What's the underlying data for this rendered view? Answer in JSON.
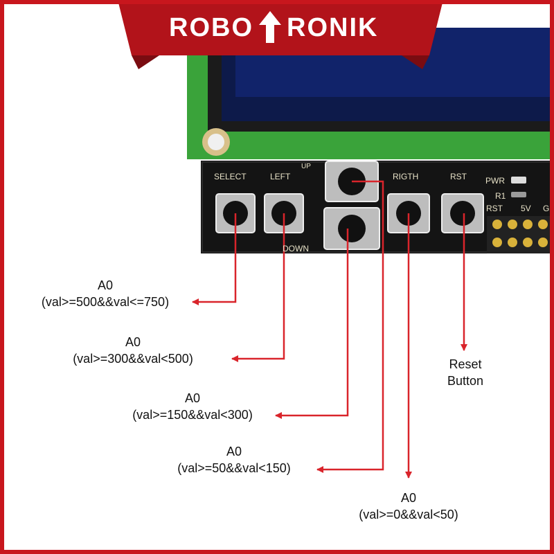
{
  "brand": {
    "left": "ROBO",
    "right": "RONIK",
    "arrow_icon": "up-arrow-icon",
    "color": "#c8161d"
  },
  "board": {
    "buttons": {
      "select": "SELECT",
      "left": "LEFT",
      "up": "UP",
      "down": "DOWN",
      "right": "RIGTH",
      "reset": "RST"
    },
    "header": {
      "pwr": "PWR",
      "r1": "R1",
      "rst": "RST",
      "v5": "5V",
      "g": "G"
    },
    "pcb_color": "#141414",
    "lcd_color": "#0d1a4a",
    "lcd_frame_color": "#3aa33a"
  },
  "arrow_color": "#d9242b",
  "labels": [
    {
      "title": "A0",
      "range": "(val>=500&&val<=750)"
    },
    {
      "title": "A0",
      "range": "(val>=300&&val<500)"
    },
    {
      "title": "A0",
      "range": "(val>=150&&val<300)"
    },
    {
      "title": "A0",
      "range": "(val>=50&&val<150)"
    },
    {
      "title": "A0",
      "range": "(val>=0&&val<50)"
    }
  ],
  "reset_label": {
    "line1": "Reset",
    "line2": "Button"
  }
}
